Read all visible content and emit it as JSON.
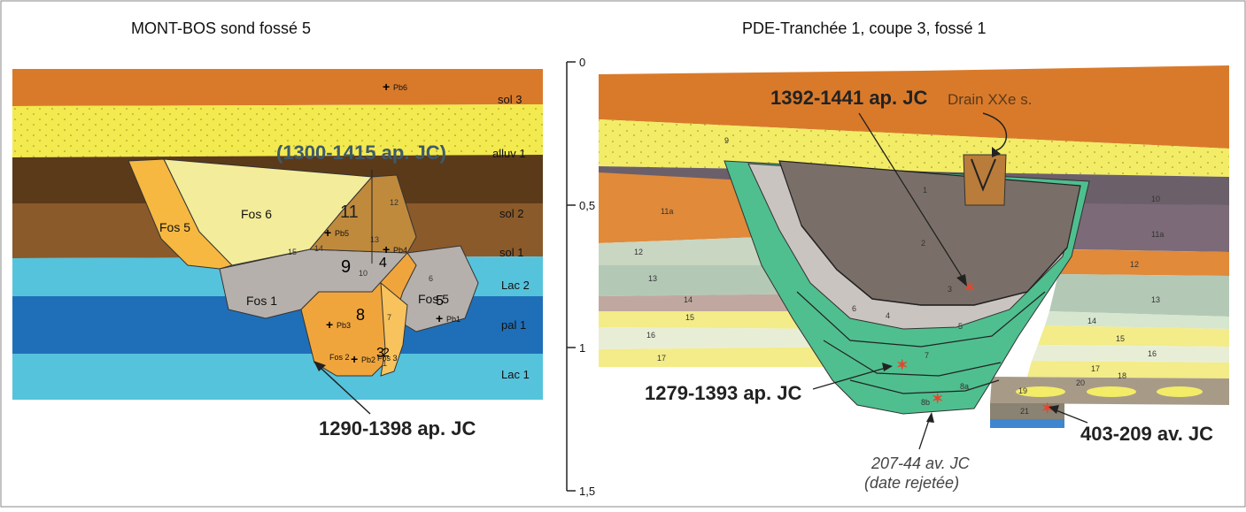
{
  "left_panel": {
    "title": "MONT-BOS   sond fossé 5",
    "layers": [
      "sol 3",
      "alluv 1",
      "sol 2",
      "sol 1",
      "Lac 2",
      "pal 1",
      "Lac 1"
    ],
    "fills": [
      "Fos 6",
      "Fos 5",
      "Fos 1",
      "Fos 5",
      "Fos 2",
      "Fos 3"
    ],
    "numbers": [
      "11",
      "9",
      "10",
      "8",
      "4",
      "7",
      "5",
      "3",
      "2",
      "1",
      "12",
      "13",
      "14",
      "15",
      "6"
    ],
    "pb_labels": [
      "Pb6",
      "Pb5",
      "Pb4",
      "Pb3",
      "Pb2",
      "Pb1"
    ],
    "dates": {
      "top": "(1300-1415 ap. JC)",
      "bottom": "1290-1398 ap. JC"
    }
  },
  "scale": {
    "ticks": [
      "0",
      "0,5",
      "1",
      "1,5"
    ]
  },
  "right_panel": {
    "title": "PDE-Tranchée 1, coupe 3, fossé 1",
    "drain_label": "Drain XXe s.",
    "dates": {
      "top": "1392-1441 ap. JC",
      "middle": "1279-1393 ap. JC",
      "right": "403-209 av. JC",
      "rejected_line1": "207-44 av. JC",
      "rejected_line2": "(date rejetée)"
    },
    "layer_numbers": [
      "9",
      "1",
      "2",
      "3",
      "4",
      "5",
      "6",
      "7",
      "8a",
      "8b",
      "10",
      "11a",
      "11a",
      "12",
      "12",
      "13",
      "13",
      "14",
      "14",
      "15",
      "15",
      "16",
      "16",
      "17",
      "17",
      "18",
      "19",
      "20",
      "21"
    ]
  },
  "colors": {
    "orange": "#d97a2b",
    "yellow": "#f2ea4e",
    "dark_brown": "#5b3a1a",
    "brown": "#8a5a2b",
    "lac": "#56c3dc",
    "pal": "#1f6fb8",
    "green_fill": "#4fbf8f",
    "grey_fill": "#7a6f68",
    "red_marker": "#e8452c"
  }
}
